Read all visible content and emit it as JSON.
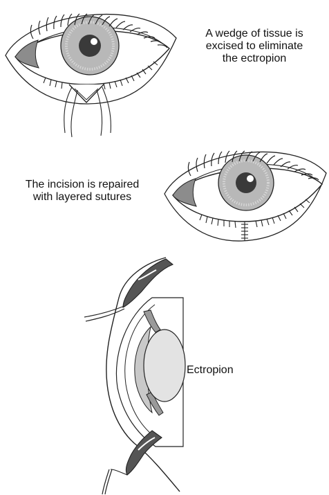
{
  "captions": {
    "wedge": {
      "line1": "A wedge of tissue is",
      "line2": "excised to eliminate",
      "line3": "the ectropion"
    },
    "repair": {
      "line1": "The incision is repaired",
      "line2": "with layered sutures"
    },
    "ectropion": {
      "line1": "Ectropion"
    }
  },
  "colors": {
    "line": "#222222",
    "iris": "#b8b8b8",
    "pupil": "#3a3a3a",
    "shadow": "#8c8c8c",
    "tissue_dark": "#555555",
    "tissue_mid": "#9a9a9a",
    "lens": "#e3e3e3"
  }
}
